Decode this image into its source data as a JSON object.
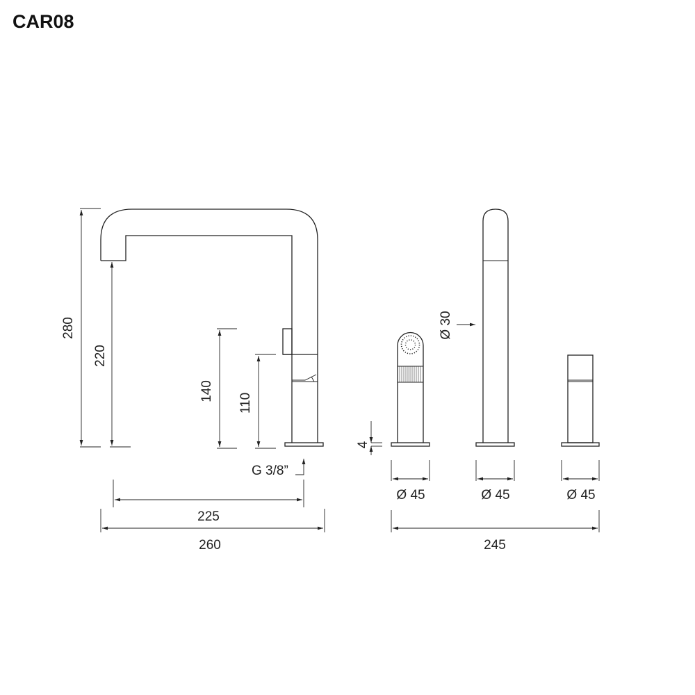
{
  "title": "CAR08",
  "dimensions": {
    "height_total": "280",
    "spout_height": "220",
    "lever_height": "140",
    "body_height": "110",
    "connection": "G 3/8”",
    "reach": "225",
    "width_total": "260",
    "base_thickness": "4",
    "shower_diameter": "Ø 45",
    "spout_diameter_base": "Ø 45",
    "mixer_diameter": "Ø 45",
    "tube_diameter": "Ø 30",
    "right_group_width": "245"
  }
}
